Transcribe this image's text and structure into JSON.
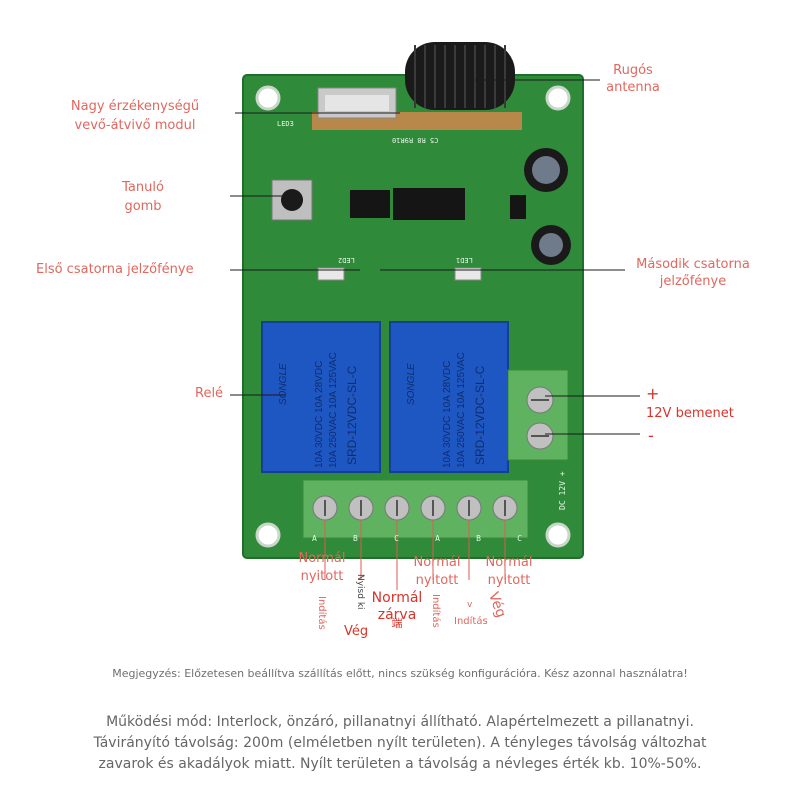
{
  "labels": {
    "antenna_line1": "Rugós",
    "antenna_line2": "antenna",
    "module_line1": "Nagy érzékenységű",
    "module_line2": "vevő-átvivő modul",
    "button_line1": "Tanuló",
    "button_line2": "gomb",
    "led1": "Első csatorna jelzőfénye",
    "led2_line1": "Második csatorna",
    "led2_line2": "jelzőfénye",
    "relay": "Relé",
    "plus": "+",
    "input": "12V bemenet",
    "minus": "-"
  },
  "terminals": {
    "no1_line1": "Normál",
    "no1_line2": "nyitott",
    "no2_line1": "Normál",
    "no2_line2": "nyitott",
    "no3_line1": "Normál",
    "no3_line2": "nyitott",
    "nc_line1": "Normál",
    "nc_line2": "zárva",
    "nc_extra": "端",
    "start1": "Indítás",
    "start2": "Indítás",
    "start3": "Indítás",
    "vnyisd": "Nyisd ki",
    "veg1": "Vég",
    "veg2": "Vég",
    "v_small": "v"
  },
  "board": {
    "relay_brand": "SONGLE",
    "relay_model": "SRD-12VDC-SL-C",
    "relay_spec1": "10A 250VAC 10A 125VAC",
    "relay_spec2": "10A 30VDC 10A 28VDC",
    "dc_label": "DC 12V +",
    "led3": "LED3",
    "led1_silk": "LED1",
    "led2_silk": "LED2",
    "r_silk": "C5 R8 R9R10",
    "terminal_letters": [
      "A",
      "B",
      "C",
      "A",
      "B",
      "C"
    ]
  },
  "footer": {
    "note": "Megjegyzés: Előzetesen beállítva szállítás előtt, nincs szükség konfigurációra. Kész azonnal használatra!",
    "desc1": "Működési mód: Interlock, önzáró, pillanatnyi állítható. Alapértelmezett a pillanatnyi.",
    "desc2": "Távirányító távolság: 200m (elméletben nyílt területen). A tényleges távolság változhat",
    "desc3": "zavarok és akadályok miatt. Nyílt területen a távolság a névleges érték kb. 10%-50%."
  },
  "colors": {
    "pcb": "#2f8a3a",
    "relay": "#1f57c2",
    "terminal": "#5fb25f",
    "label": "#e0685f"
  }
}
